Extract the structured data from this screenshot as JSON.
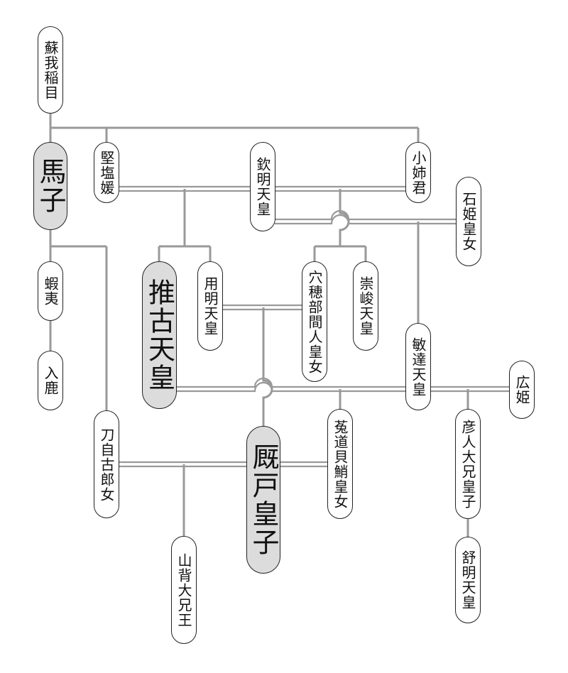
{
  "nodes": {
    "soga_iname": "蘇我稲目",
    "umako": "馬子",
    "katashihime": "堅塩媛",
    "kinmei": "欽明天皇",
    "oane": "小姉君",
    "ishihime": "石姫皇女",
    "emishi": "蝦夷",
    "iruka": "入鹿",
    "suiko": "推古天皇",
    "yomei": "用明天皇",
    "anahobe": "穴穂部間人皇女",
    "sushun": "崇峻天皇",
    "bidatsu": "敏達天皇",
    "hirohime": "広姫",
    "tojiko": "刀自古郎女",
    "umayado": "厩戸皇子",
    "uji": "菟道貝鮹皇女",
    "hikohito": "彦人大兄皇子",
    "yamashiro": "山背大兄王",
    "jomei": "舒明天皇"
  }
}
